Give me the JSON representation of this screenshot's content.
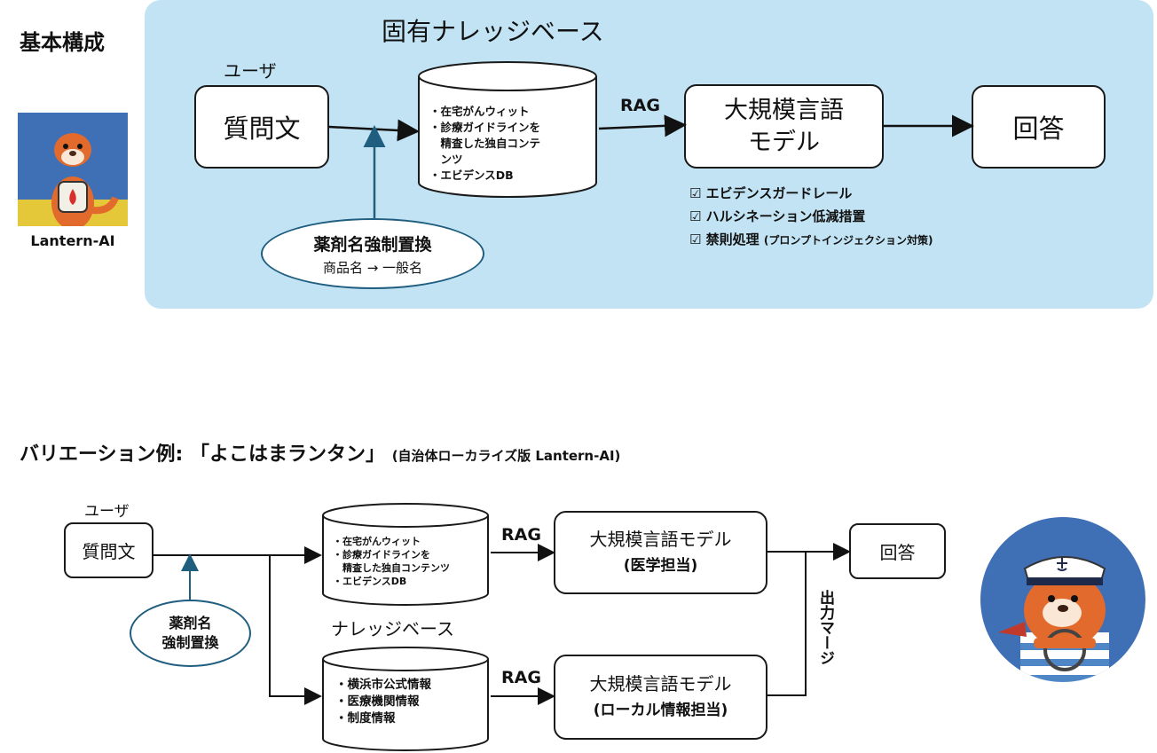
{
  "top": {
    "heading": "基本構成",
    "logo_caption": "Lantern-AI",
    "kb_title": "固有ナレッジベース",
    "user_label": "ユーザ",
    "question": "質問文",
    "kb_items": [
      "・在宅がんウィット",
      "・診療ガイドラインを",
      "　精査した独自コンテ",
      "　ンツ",
      "・エビデンスDB"
    ],
    "rag": "RAG",
    "llm_line1": "大規模言語",
    "llm_line2": "モデル",
    "answer": "回答",
    "checks": [
      "☑ エビデンスガードレール",
      "☑ ハルシネーション低減措置",
      "☑ 禁則処理"
    ],
    "check_note": "(プロンプトインジェクション対策)",
    "drug_title": "薬剤名強制置換",
    "drug_sub": "商品名 → 一般名"
  },
  "bottom": {
    "heading_main": "バリエーション例: 「よこはまランタン」",
    "heading_note": "(自治体ローカライズ版 Lantern-AI)",
    "user_label": "ユーザ",
    "question": "質問文",
    "drug_line1": "薬剤名",
    "drug_line2": "強制置換",
    "kb1_items": [
      "・在宅がんウィット",
      "・診療ガイドラインを",
      "　精査した独自コンテンツ",
      "・エビデンスDB"
    ],
    "kb_label": "ナレッジベース",
    "kb2_items": [
      "・横浜市公式情報",
      "・医療機関情報",
      "・制度情報"
    ],
    "rag1": "RAG",
    "rag2": "RAG",
    "llm1_line1": "大規模言語モデル",
    "llm1_line2": "(医学担当)",
    "llm2_line1": "大規模言語モデル",
    "llm2_line2": "(ローカル情報担当)",
    "merge": "出力マージ",
    "answer": "回答"
  },
  "colors": {
    "panel": "#c2e3f4",
    "accent_blue": "#205e80",
    "mascot_orange": "#e26a2c",
    "logo_bg_blue": "#3f6fb5",
    "logo_bg_yellow": "#e5c83a"
  },
  "icons": {
    "logo": "otter-lantern-icon",
    "mascot": "otter-sailor-icon"
  }
}
